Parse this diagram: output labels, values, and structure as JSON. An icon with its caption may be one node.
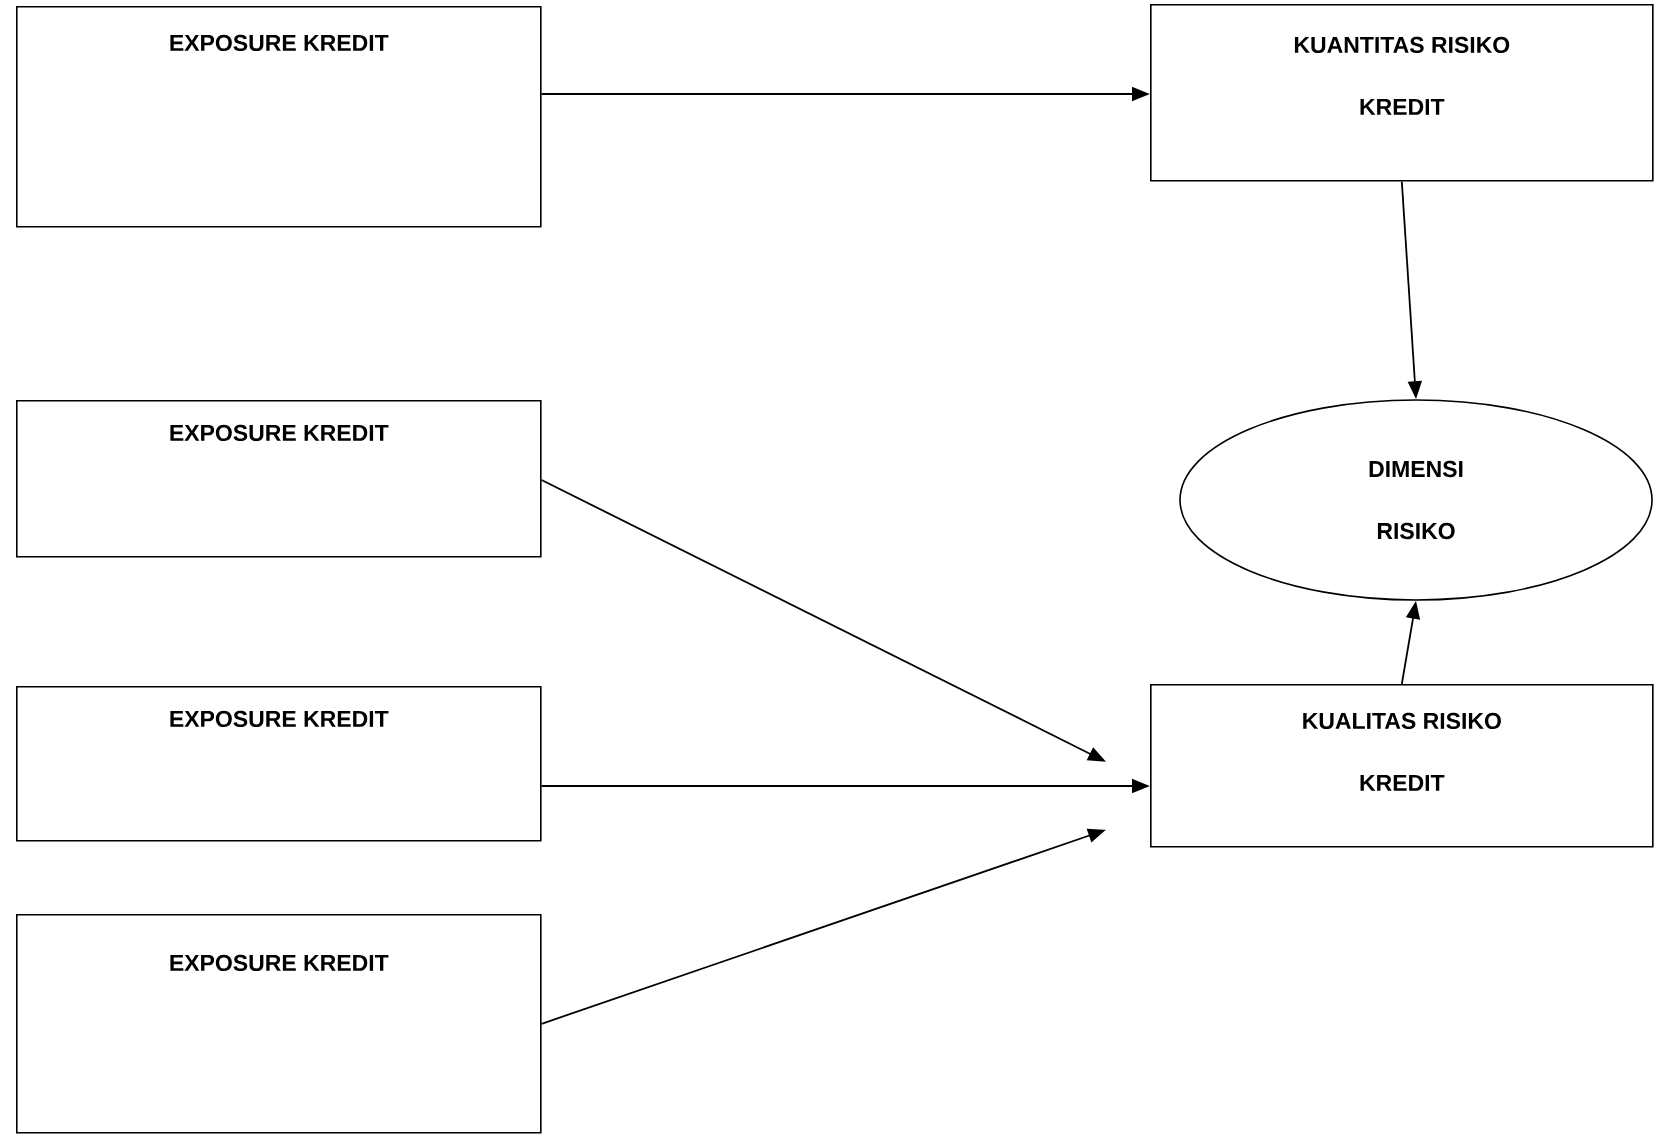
{
  "diagram": {
    "nodes": [
      {
        "text": [
          "EXPOSURE KREDIT"
        ]
      },
      {
        "text": [
          "KUANTITAS RISIKO KREDIT"
        ]
      },
      {
        "text": [
          "DIMENSI RISIKO"
        ]
      },
      {
        "text": [
          "EXPOSURE KREDIT"
        ]
      },
      {
        "text": [
          "EXPOSURE KREDIT"
        ]
      },
      {
        "text": [
          "EXPOSURE KREDIT"
        ]
      },
      {
        "text": [
          "KUALITAS RISIKO KREDIT"
        ]
      }
    ],
    "edges": [
      {
        "from": 0,
        "to": 1,
        "arrow": "to"
      },
      {
        "from": 1,
        "to": 2,
        "arrow": "to"
      },
      {
        "from": 3,
        "to": 6,
        "arrow": "to"
      },
      {
        "from": 4,
        "to": 6,
        "arrow": "to"
      },
      {
        "from": 5,
        "to": 6,
        "arrow": "to"
      },
      {
        "from": 6,
        "to": 2,
        "arrow": "to"
      }
    ]
  }
}
